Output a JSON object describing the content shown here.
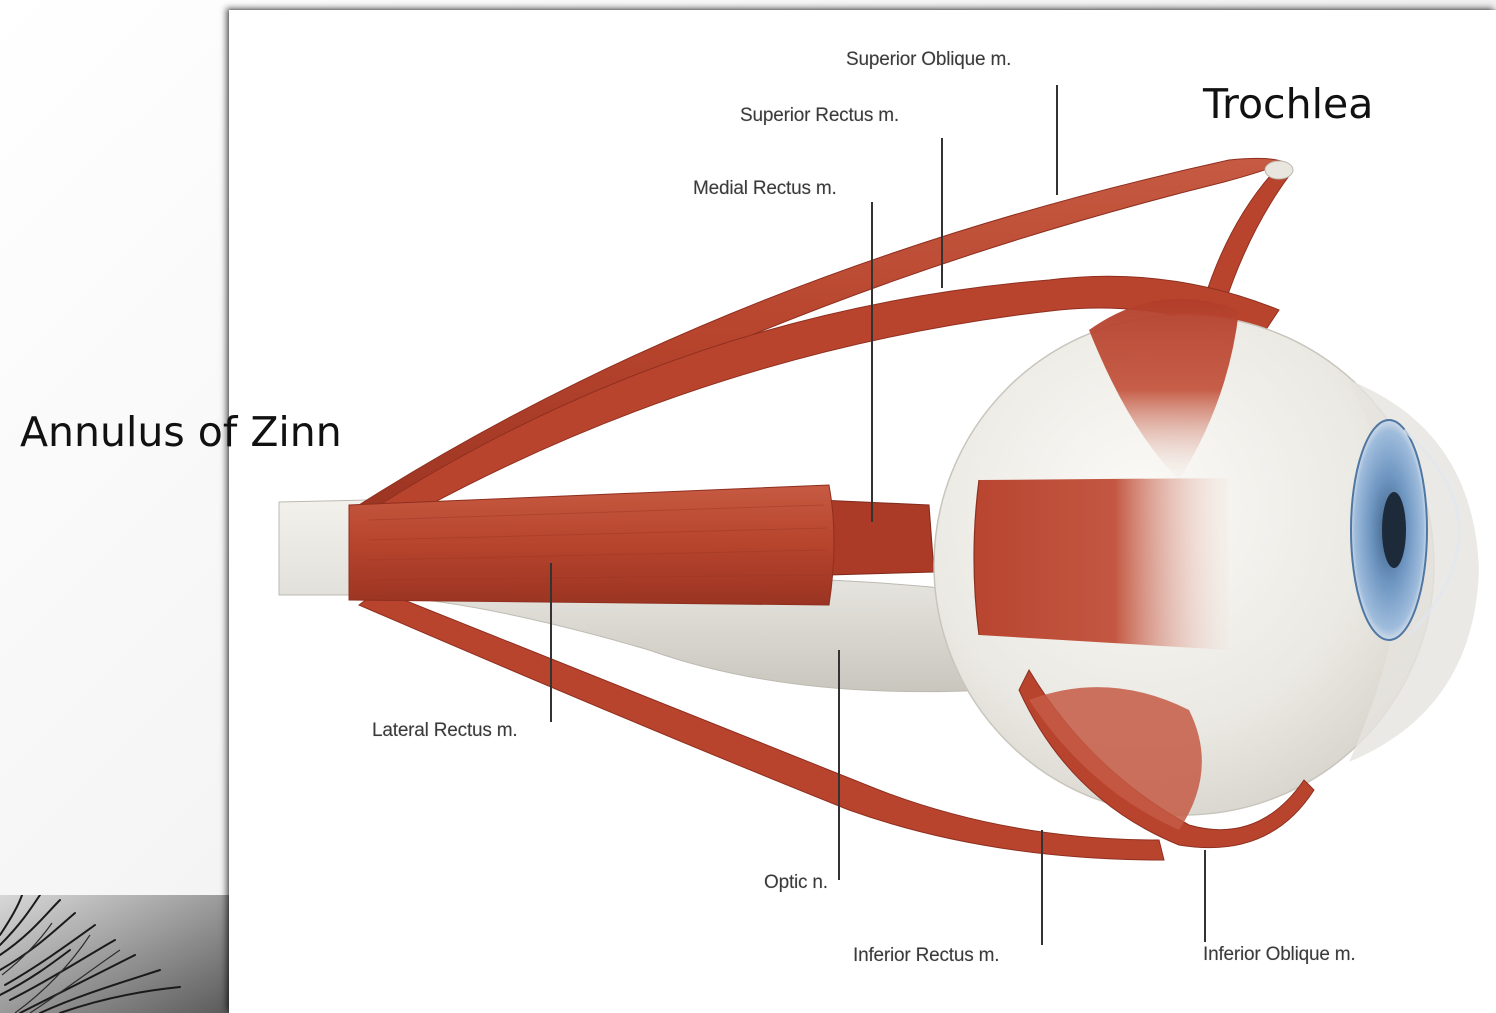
{
  "slide_labels": {
    "annulus": "Annulus of Zinn",
    "trochlea": "Trochlea"
  },
  "figure_labels": {
    "superior_oblique": "Superior Oblique m.",
    "superior_rectus": "Superior Rectus m.",
    "medial_rectus": "Medial Rectus m.",
    "lateral_rectus": "Lateral Rectus m.",
    "optic_nerve": "Optic n.",
    "inferior_rectus": "Inferior Rectus m.",
    "inferior_oblique": "Inferior Oblique m."
  },
  "colors": {
    "muscle": "#b9442e",
    "muscle_dark": "#8f2f1f",
    "sclera": "#ecebe6",
    "iris": "#6f97c2",
    "pupil": "#1c2a3a",
    "nerve": "#e9e7e0"
  }
}
